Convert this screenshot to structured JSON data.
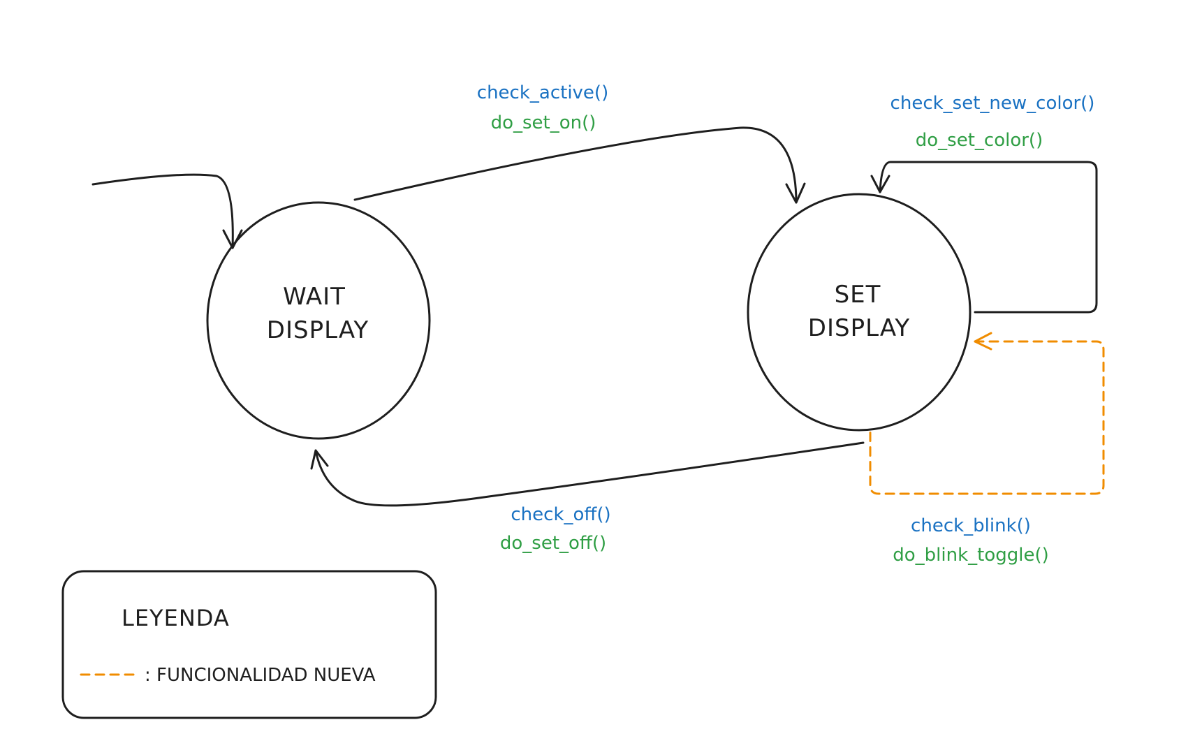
{
  "colors": {
    "condition": "#1971c2",
    "action": "#2f9e44",
    "new_functionality": "#f08c00",
    "ink": "#1e1e1e"
  },
  "states": {
    "wait_display": {
      "line1": "WAIT",
      "line2": "DISPLAY"
    },
    "set_display": {
      "line1": "SET",
      "line2": "DISPLAY"
    }
  },
  "transitions": {
    "wait_to_set": {
      "condition": "check_active()",
      "action": "do_set_on()"
    },
    "set_self": {
      "condition": "check_set_new_color()",
      "action": "do_set_color()"
    },
    "set_to_wait": {
      "condition": "check_off()",
      "action": "do_set_off()"
    },
    "set_blink": {
      "condition": "check_blink()",
      "action": "do_blink_toggle()"
    }
  },
  "legend": {
    "title": "LEYENDA",
    "entry": ": FUNCIONALIDAD NUEVA"
  }
}
